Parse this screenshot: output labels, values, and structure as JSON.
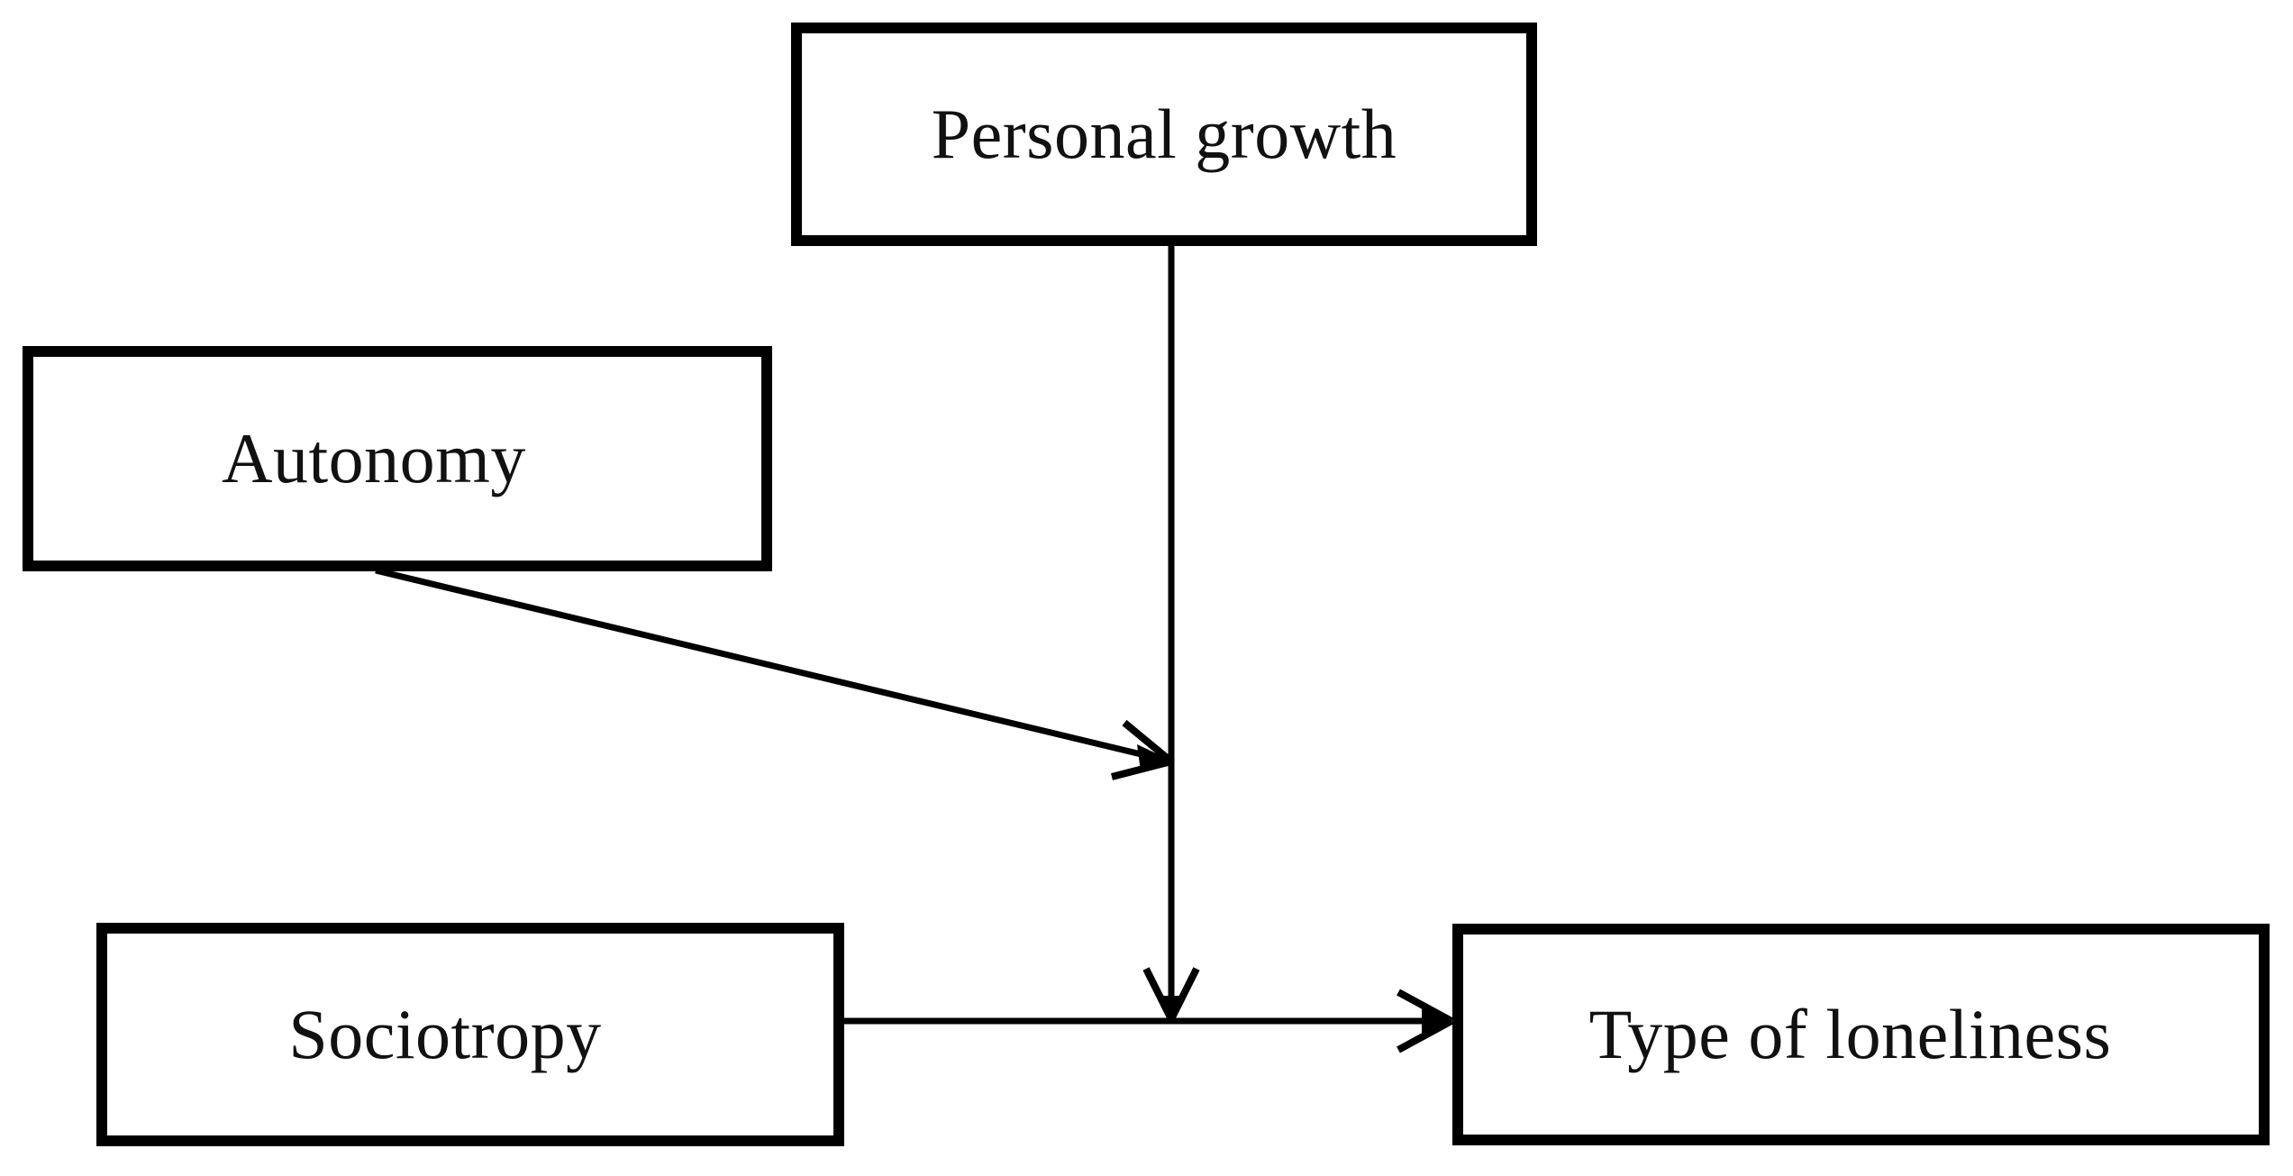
{
  "figure": {
    "type": "path-diagram",
    "background_color": "#ffffff",
    "stroke_color": "#000000",
    "text_color": "#111111",
    "nodes": [
      {
        "id": "personal-growth",
        "label": "Personal growth"
      },
      {
        "id": "autonomy",
        "label": "Autonomy"
      },
      {
        "id": "sociotropy",
        "label": "Sociotropy"
      },
      {
        "id": "type-of-loneliness",
        "label": "Type of loneliness"
      }
    ],
    "edges": [
      {
        "id": "personal-growth-to-junction",
        "from": "personal-growth",
        "to": "type-of-loneliness",
        "style": "straight-vertical",
        "arrowhead": "open-v-down"
      },
      {
        "id": "autonomy-to-junction",
        "from": "autonomy",
        "to": "type-of-loneliness",
        "style": "diagonal",
        "arrowhead": "open-v-right"
      },
      {
        "id": "sociotropy-to-loneliness",
        "from": "sociotropy",
        "to": "type-of-loneliness",
        "style": "straight-horizontal",
        "arrowhead": "open-v-right"
      }
    ]
  }
}
